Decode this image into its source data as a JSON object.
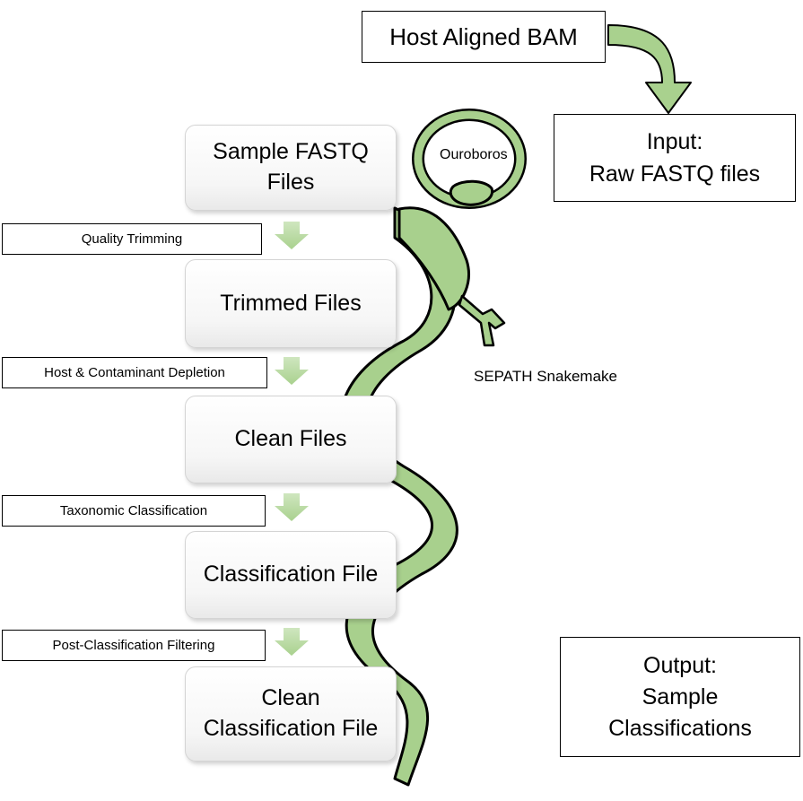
{
  "host_box": {
    "label": "Host Aligned BAM"
  },
  "input_box": {
    "line1": "Input:",
    "line2": "Raw FASTQ files"
  },
  "output_box": {
    "line1": "Output:",
    "line2": "Sample",
    "line3": "Classifications"
  },
  "ouroboros_label": "Ouroboros",
  "snakemake_label": "SEPATH Snakemake",
  "steps": [
    {
      "line1": "Sample FASTQ",
      "line2": "Files"
    },
    {
      "line1": "Trimmed Files"
    },
    {
      "line1": "Clean Files"
    },
    {
      "line1": "Classification File"
    },
    {
      "line1": "Clean",
      "line2": "Classification File"
    }
  ],
  "operations": [
    {
      "label": "Quality Trimming"
    },
    {
      "label": "Host & Contaminant Depletion"
    },
    {
      "label": "Taxonomic Classification"
    },
    {
      "label": "Post-Classification Filtering"
    }
  ],
  "colors": {
    "snake_fill": "#a8d08d",
    "arrow_fill": "#a9d18e",
    "arrow_fill_light": "#cfe6bf",
    "outline": "#000000"
  }
}
